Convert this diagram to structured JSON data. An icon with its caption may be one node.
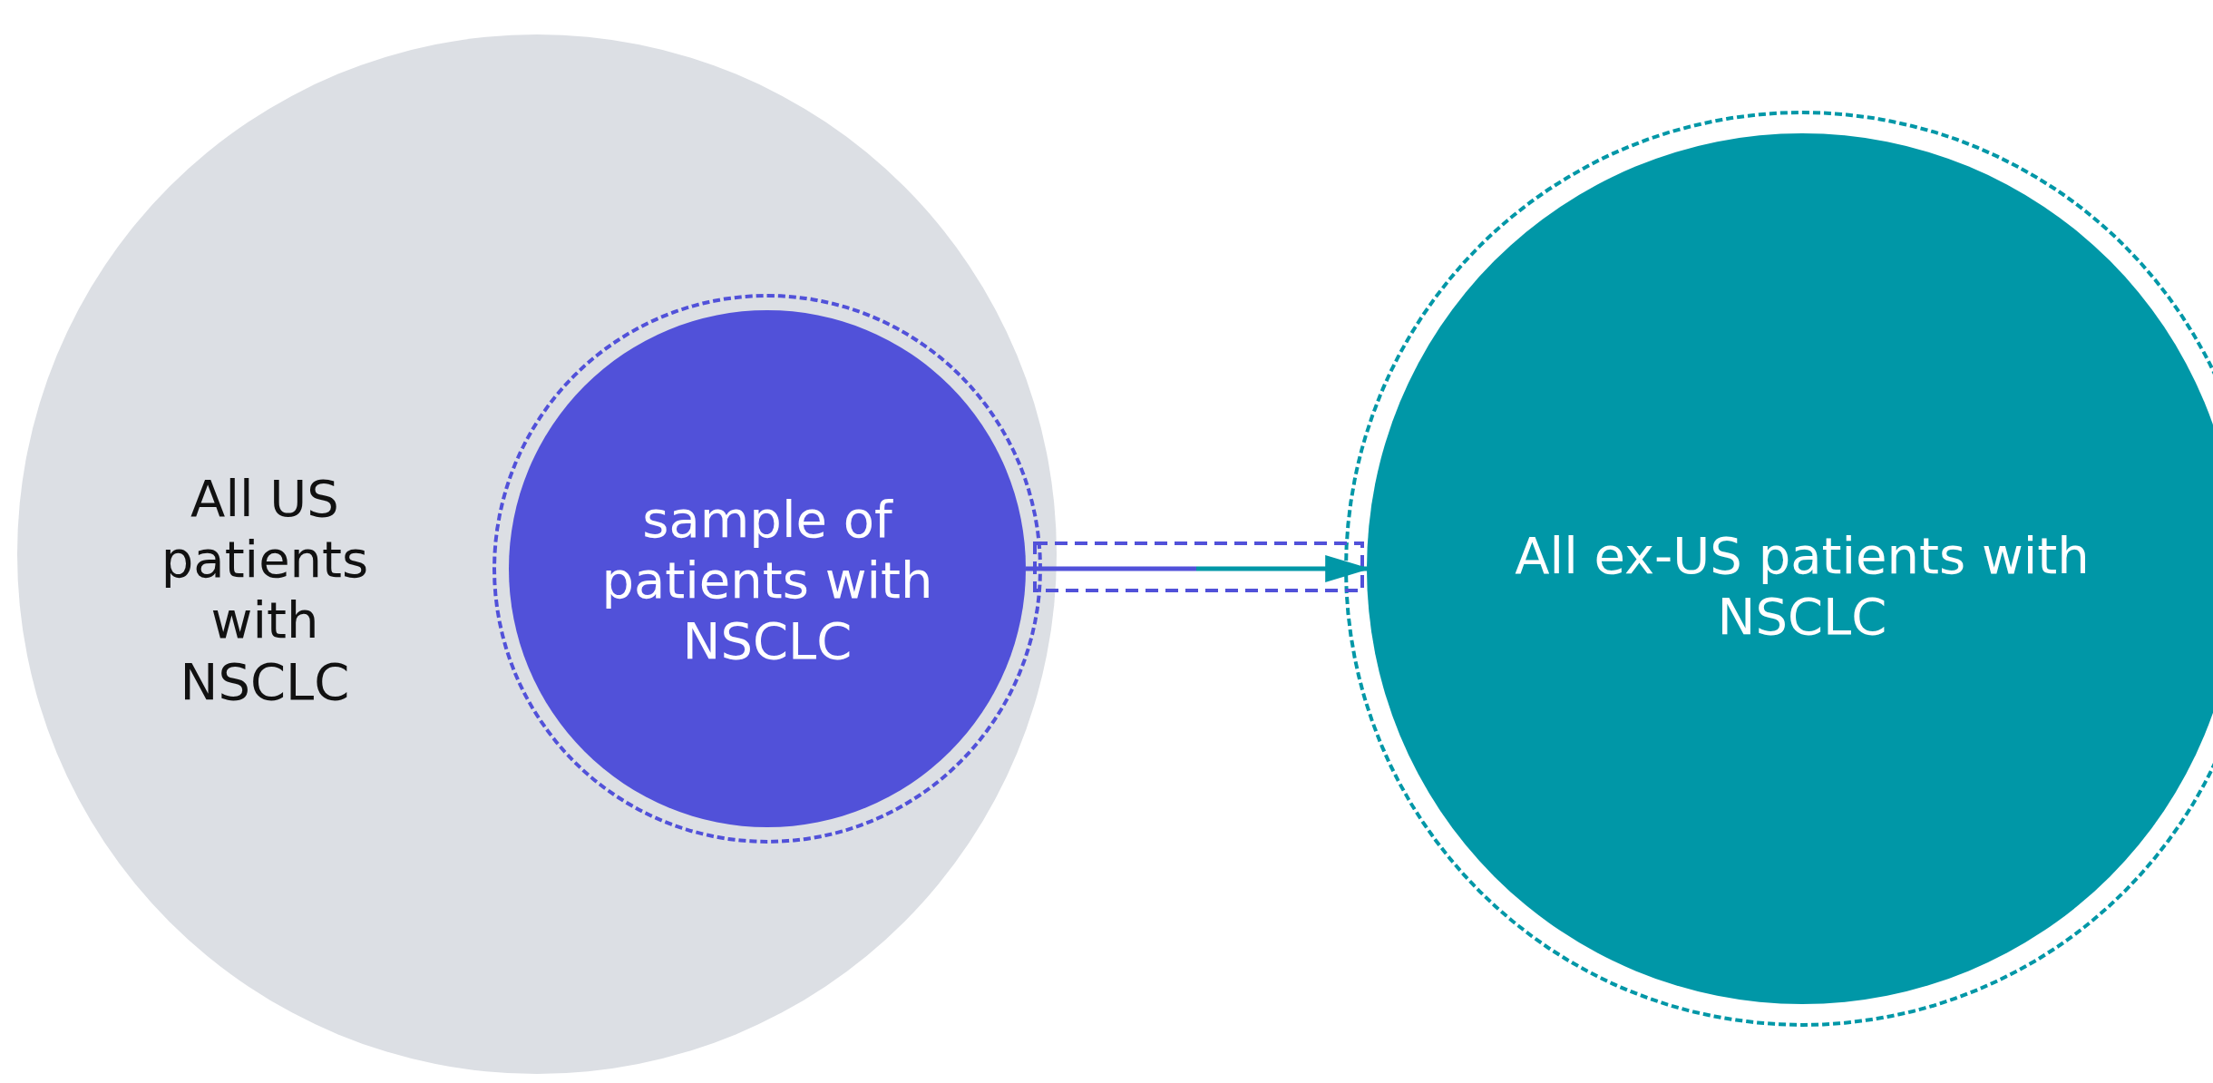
{
  "diagram": {
    "nodes": [
      {
        "text": [
          "All US patients with NSCLC"
        ]
      },
      {
        "text": [
          "sample of patients with NSCLC"
        ],
        "in": 0
      },
      {
        "text": [
          "All ex-US patients with NSCLC"
        ]
      }
    ],
    "edges": [
      {
        "from": 1,
        "to": 2,
        "arrow": "to"
      }
    ]
  }
}
